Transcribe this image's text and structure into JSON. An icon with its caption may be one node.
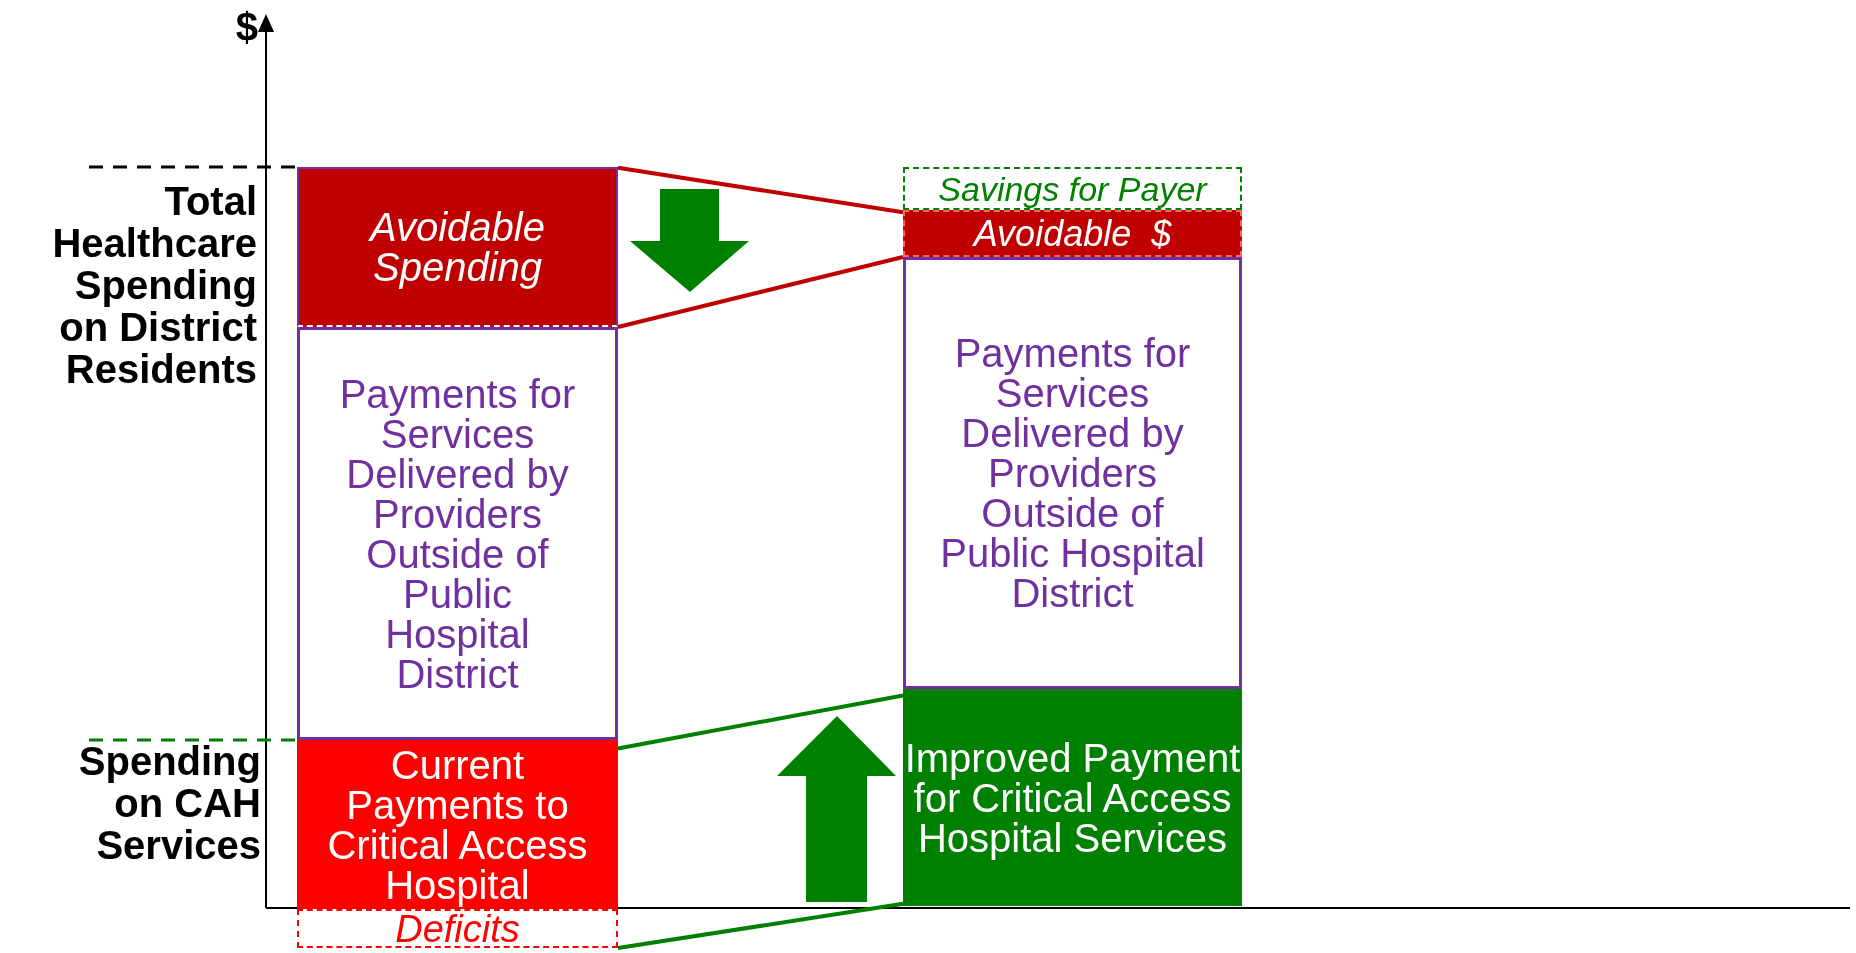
{
  "diagram": {
    "nodes": [
      {
        "text": [
          "Avoidable Spending"
        ]
      },
      {
        "text": [
          "Payments for Services Delivered by Providers Outside of Public Hospital District"
        ]
      },
      {
        "text": [
          "Current Payments to Critical Access Hospital"
        ]
      },
      {
        "text": [
          "Deficits"
        ]
      },
      {
        "text": [
          "Savings for Payer"
        ]
      },
      {
        "text": [
          "Avoidable  $"
        ]
      },
      {
        "text": [
          "Payments for Services Delivered by Providers Outside of Public Hospital District"
        ]
      },
      {
        "text": [
          "Improved Payment for Critical Access Hospital Services"
        ]
      }
    ],
    "edges": [
      {
        "from": 0,
        "to": 5,
        "arrow": "none",
        "color": "#c00000"
      },
      {
        "from": 0,
        "to": 5,
        "arrow": "none",
        "color": "#c00000"
      },
      {
        "from": 2,
        "to": 7,
        "arrow": "none",
        "color": "#008000"
      },
      {
        "from": 3,
        "to": 7,
        "arrow": "none",
        "color": "#008000"
      }
    ],
    "labels": [
      "$",
      "Total Healthcare Spending on District Residents",
      "Spending on CAH Services"
    ]
  }
}
